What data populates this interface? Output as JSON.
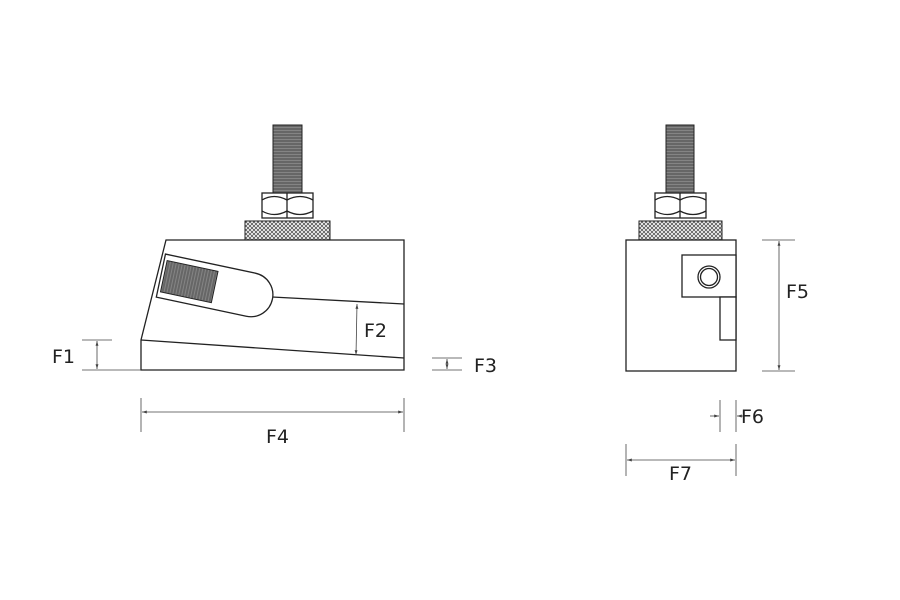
{
  "title": "Wedge leveling mount dimensional drawing",
  "dimensions": {
    "f1": "F1",
    "f2": "F2",
    "f3": "F3",
    "f4": "F4",
    "f5": "F5",
    "f6": "F6",
    "f7": "F7"
  },
  "colors": {
    "line": "#222222",
    "thread": "#555555"
  }
}
